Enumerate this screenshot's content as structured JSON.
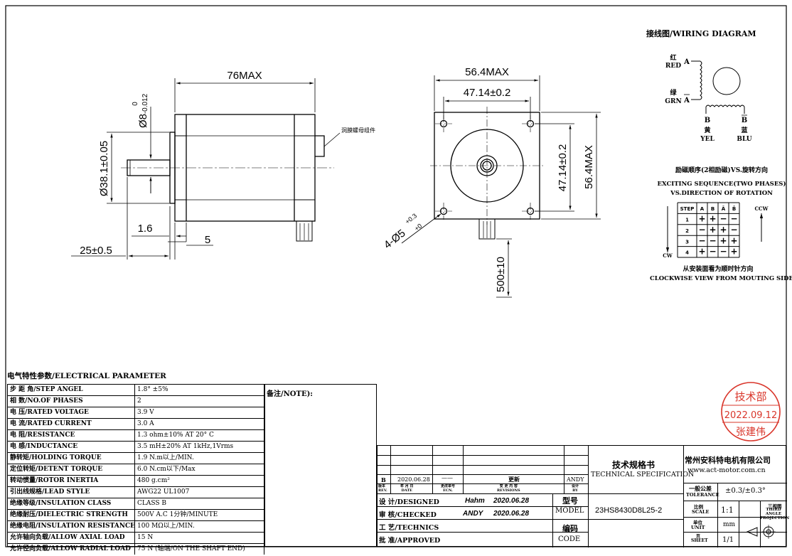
{
  "drawing": {
    "side_view": {
      "length": "76MAX",
      "shaft_dia": "Ø8",
      "shaft_tol_upper": "0",
      "shaft_tol_lower": "-0.012",
      "boss_dia": "Ø38.1±0.05",
      "boss_height": "1.6",
      "flange_thk": "5",
      "shaft_length": "25±0.5",
      "label_note": "洞膜螺母组件"
    },
    "front_view": {
      "width": "56.4MAX",
      "hole_pitch_h": "47.14±0.2",
      "hole_pitch_v": "47.14±0.2",
      "height": "56.4MAX",
      "holes": "4-Ø5",
      "holes_tol_upper": "+0.3",
      "holes_tol_lower": "+0",
      "lead_length": "500±10"
    }
  },
  "wiring": {
    "title": "接线图/WIRING  DIAGRAM",
    "red_cn": "红",
    "red_en": "RED",
    "grn_cn": "绿",
    "grn_en": "GRN",
    "a": "A",
    "a_bar": "A",
    "b": "B",
    "b_bar": "B",
    "yel_cn": "黄",
    "yel_en": "YEL",
    "blu_cn": "蓝",
    "blu_en": "BLU"
  },
  "sequence": {
    "title_cn": "励磁顺序(2相励磁)VS.旋转方向",
    "title_en1": "EXCITING SEQUENCE(TWO PHASES)",
    "title_en2": "VS.DIRECTION OF ROTATION",
    "headers": [
      "STEP",
      "A",
      "B",
      "Ā",
      "B̄"
    ],
    "rows": [
      [
        "1",
        "+",
        "+",
        "−",
        "−"
      ],
      [
        "2",
        "−",
        "+",
        "+",
        "−"
      ],
      [
        "3",
        "−",
        "−",
        "+",
        "+"
      ],
      [
        "4",
        "+",
        "−",
        "−",
        "+"
      ]
    ],
    "ccw": "CCW",
    "cw": "CW",
    "footer_cn": "从安装面看为顺时针方向",
    "footer_en": "CLOCKWISE VIEW FROM MOUTING SIDE"
  },
  "stamp": {
    "dept": "技术部",
    "date": "2022.09.12",
    "name": "张建伟",
    "color": "#d9352a"
  },
  "electrical": {
    "title": "电气特性参数/ELECTRICAL PARAMETER",
    "notes_label": "备注/NOTE):",
    "rows": [
      {
        "label": "步 距 角/STEP ANGEL",
        "value": "1.8° ±5%"
      },
      {
        "label": "相   数/NO.OF PHASES",
        "value": "2"
      },
      {
        "label": "电   压/RATED VOLTAGE",
        "value": "3.9 V"
      },
      {
        "label": "电   流/RATED CURRENT",
        "value": "3.0 A"
      },
      {
        "label": "电   阻/RESISTANCE",
        "value": "1.3 ohm±10%      AT 20° C"
      },
      {
        "label": "电   感/INDUCTANCE",
        "value": "3.5 mH±20%      AT 1kHz,1Vrms"
      },
      {
        "label": "静转矩/HOLDING TORQUE",
        "value": "1.9 N.m以上/MIN."
      },
      {
        "label": "定位转矩/DETENT TORQUE",
        "value": "6.0 N.cm以下/Max"
      },
      {
        "label": "转动惯量/ROTOR INERTIA",
        "value": "480 g.cm²"
      },
      {
        "label": "引出线规格/LEAD STYLE",
        "value": "AWG22 UL1007"
      },
      {
        "label": "绝缘等级/INSULATION CLASS",
        "value": "CLASS B"
      },
      {
        "label": "绝缘耐压/DIELECTRIC STRENGTH",
        "value": "500V A.C 1分钟/MINUTE"
      },
      {
        "label": "绝缘电阻/INSULATION RESISTANCE",
        "value": "100 MΩ以上/MIN."
      },
      {
        "label": "允许轴向负载/ALLOW AXIAL LOAD",
        "value": "15 N"
      },
      {
        "label": "允许径向负载/ALLOW RADIAL LOAD",
        "value": "75 N (轴端/ON THE SHAFT END)"
      }
    ]
  },
  "title_block": {
    "rev_letter": "B",
    "rev_date": "2020.06.28",
    "rev_ecn": "——",
    "rev_desc": "更新",
    "rev_by": "ANDY",
    "hdr_rev": "版本\nREV.",
    "hdr_date": "年 月 日\nDATE",
    "hdr_ecn": "更改单号\nECN.",
    "hdr_desc": "变 更 内 容\nREVISIONS",
    "hdr_by": "设计\nBY",
    "designed_label": "设 计/DESIGNED",
    "designed_name": "Hahm",
    "designed_date": "2020.06.28",
    "checked_label": "审 核/CHECKED",
    "checked_name": "ANDY",
    "checked_date": "2020.06.28",
    "technics_label": "工 艺/TECHNICS",
    "approved_label": "批 准/APPROVED",
    "model_cn": "型号",
    "model_en": "MODEL",
    "code_cn": "编码",
    "code_en": "CODE",
    "spec_cn": "技术规格书",
    "spec_en": "TECHNICAL SPECIFICATION",
    "model_value": "23HS8430D8L25-2",
    "company": "常州安科特电机有限公司",
    "website": "www.act-motor.com.cn",
    "tolerance_cn": "一般公差",
    "tolerance_en": "TOLERANCE",
    "tolerance_value": "±0.3/±0.3°",
    "scale_cn": "比例",
    "scale_en": "SCALE",
    "scale_value": "1:1",
    "projection_cn": "三视图",
    "projection_en": "THIRD ANGLE PROJECTION",
    "unit_cn": "单位",
    "unit_en": "UNIT",
    "unit_value": "mm",
    "sheet_cn": "页",
    "sheet_en": "SHEET",
    "sheet_value": "1/1"
  }
}
